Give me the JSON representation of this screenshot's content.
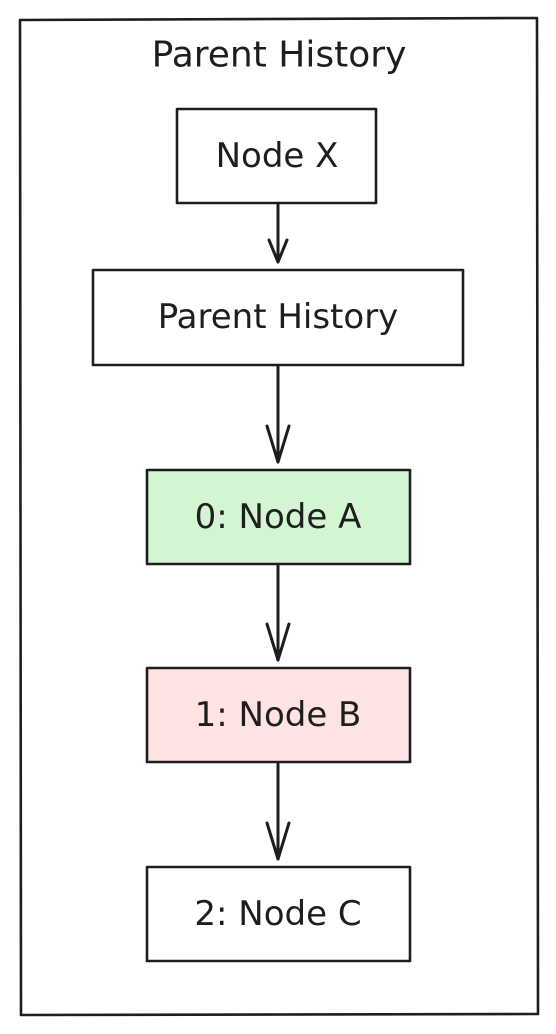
{
  "container": {
    "title": "Parent History"
  },
  "nodes": [
    {
      "id": "node-x",
      "label": "Node X",
      "fill": "#ffffff"
    },
    {
      "id": "parent-history",
      "label": "Parent History",
      "fill": "#ffffff"
    },
    {
      "id": "node-a",
      "label": "0: Node A",
      "fill": "#d3f5d3"
    },
    {
      "id": "node-b",
      "label": "1: Node B",
      "fill": "#ffe3e3"
    },
    {
      "id": "node-c",
      "label": "2: Node C",
      "fill": "#ffffff"
    }
  ],
  "edges": [
    {
      "from": "node-x",
      "to": "parent-history"
    },
    {
      "from": "parent-history",
      "to": "node-a"
    },
    {
      "from": "node-a",
      "to": "node-b"
    },
    {
      "from": "node-b",
      "to": "node-c"
    }
  ]
}
